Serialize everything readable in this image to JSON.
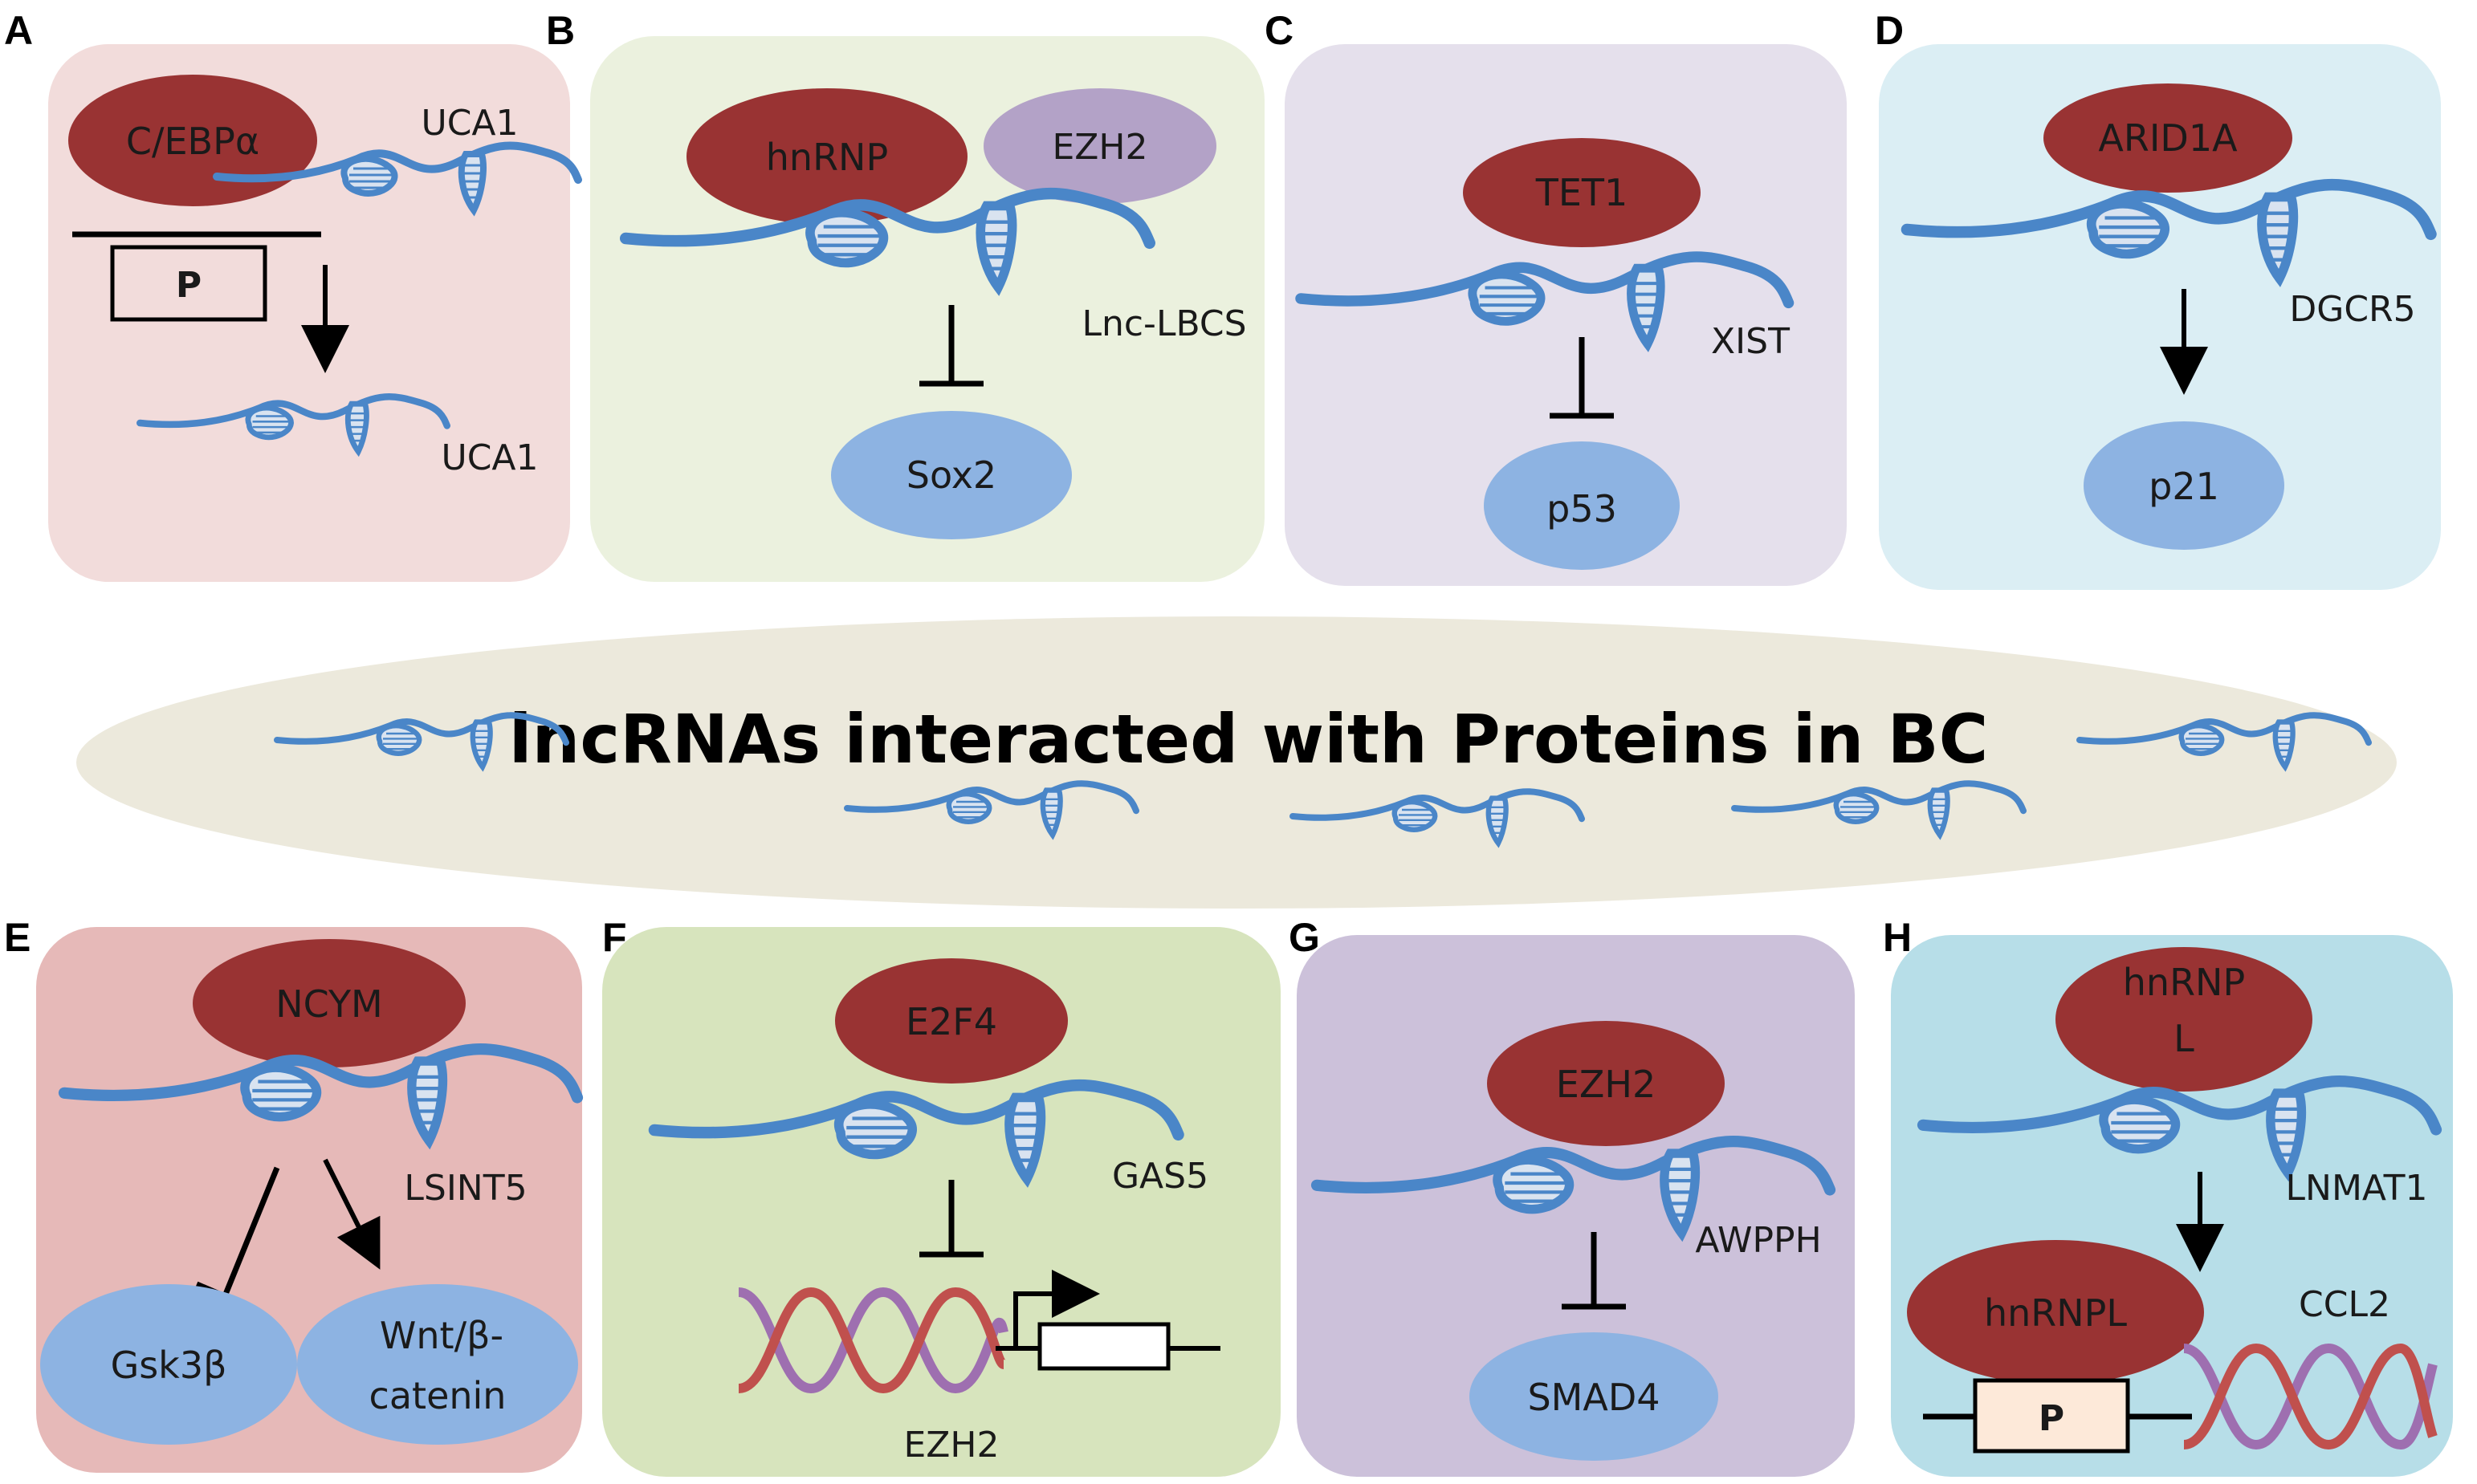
{
  "title": "lncRNAs interacted with Proteins in BC",
  "colors": {
    "red_oval": "#993333",
    "blue_oval": "#8db3e2",
    "purple_oval": "#b3a2c7",
    "rna": "#4a86c8",
    "panelA": "#f2dcdb",
    "panelB": "#ebf1de",
    "panelC": "#e5e0ec",
    "panelD": "#dbeef4",
    "panelE": "#e6b9b8",
    "panelF": "#d7e4bd",
    "panelG": "#ccc1da",
    "panelH": "#b7dee8",
    "center_band": "#ece9dc"
  },
  "panels": {
    "A": {
      "label": "A",
      "protein": "C/EBPα",
      "lnc_top": "UCA1",
      "promoter": "P",
      "lnc_bottom": "UCA1"
    },
    "B": {
      "label": "B",
      "protein1": "hnRNP",
      "protein2": "EZH2",
      "lnc": "Lnc-LBCS",
      "target": "Sox2"
    },
    "C": {
      "label": "C",
      "protein": "TET1",
      "lnc": "XIST",
      "target": "p53"
    },
    "D": {
      "label": "D",
      "protein": "ARID1A",
      "lnc": "DGCR5",
      "target": "p21"
    },
    "E": {
      "label": "E",
      "protein": "NCYM",
      "lnc": "LSINT5",
      "target1": "Gsk3β",
      "target2_line1": "Wnt/β-",
      "target2_line2": "catenin"
    },
    "F": {
      "label": "F",
      "protein": "E2F4",
      "lnc": "GAS5",
      "gene": "EZH2"
    },
    "G": {
      "label": "G",
      "protein": "EZH2",
      "lnc": "AWPPH",
      "target": "SMAD4"
    },
    "H": {
      "label": "H",
      "protein_line1": "hnRNP",
      "protein_line2": "L",
      "lnc": "LNMAT1",
      "protein2": "hnRNPL",
      "gene": "CCL2",
      "promoter": "P"
    }
  }
}
